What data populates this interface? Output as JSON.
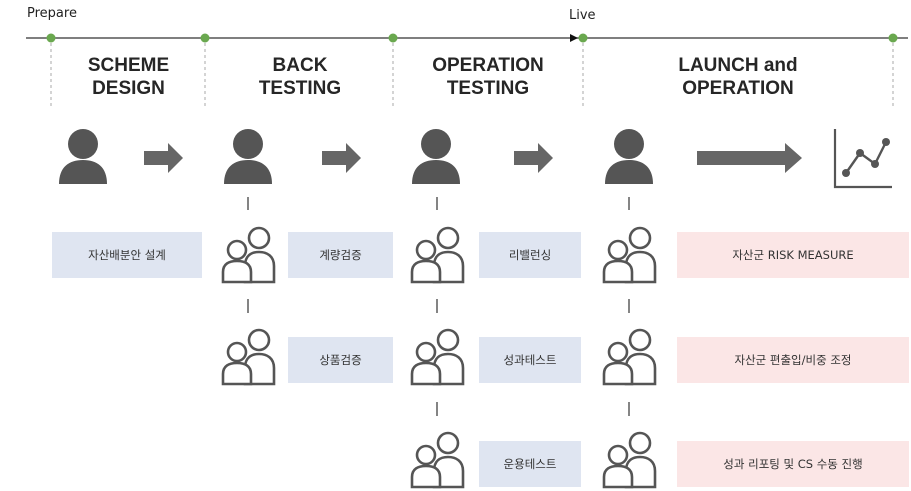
{
  "timeline": {
    "start_label": "Prepare",
    "live_label": "Live"
  },
  "phases": [
    {
      "title": "SCHEME\nDESIGN"
    },
    {
      "title": "BACK\nTESTING"
    },
    {
      "title": "OPERATION\nTESTING"
    },
    {
      "title": "LAUNCH and\nOPERATION"
    }
  ],
  "tasks": {
    "scheme": [
      "자산배분안 설계"
    ],
    "back": [
      "계량검증",
      "상품검증"
    ],
    "operation": [
      "리밸런싱",
      "성과테스트",
      "운용테스트"
    ],
    "launch": [
      "자산군 RISK MEASURE",
      "자산군 편출입/비중 조정",
      "성과 리포팅 및 CS 수동 진행"
    ]
  },
  "icons": {
    "person": "person-icon",
    "group": "user-group-icon",
    "arrow": "right-arrow-icon",
    "chart": "line-chart-icon"
  },
  "colors": {
    "timeline_dot": "#6aa84f",
    "icon_gray": "#555555",
    "task_blue": "#dfe5f1",
    "task_pink": "#fbe6e6"
  }
}
